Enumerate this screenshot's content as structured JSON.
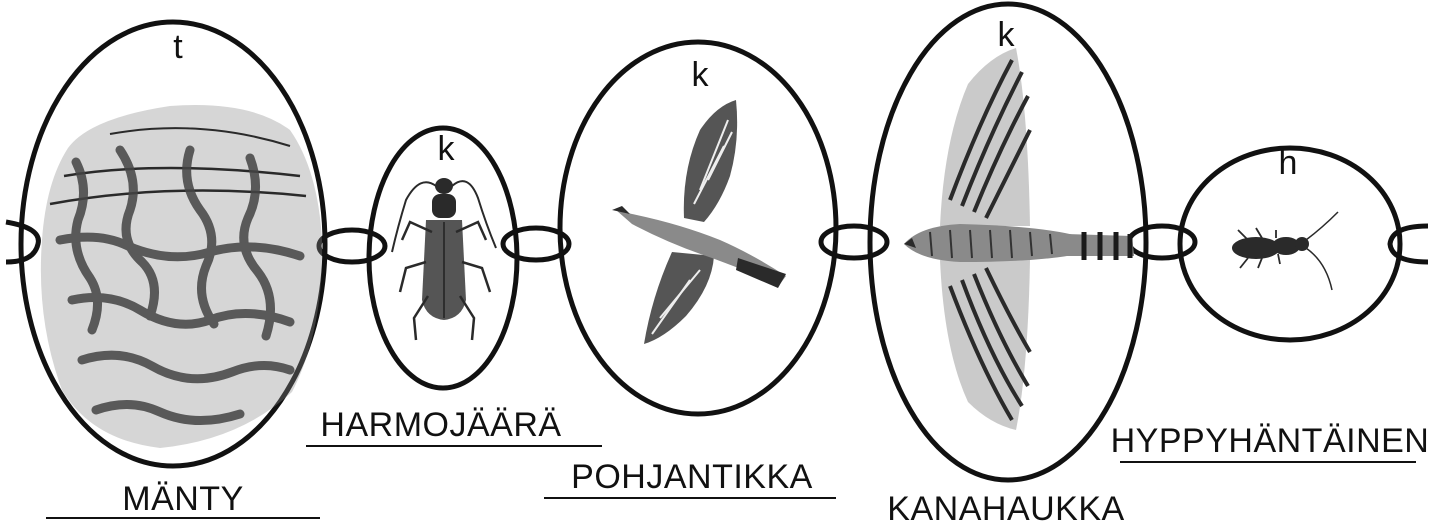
{
  "diagram": {
    "type": "food-chain",
    "organisms": [
      {
        "role": "t",
        "name": "MÄNTY",
        "picture": "pine-bark-beetle-galleries"
      },
      {
        "role": "k",
        "name": "HARMOJÄÄRÄ",
        "picture": "longhorn-beetle"
      },
      {
        "role": "k",
        "name": "POHJANTIKKA",
        "picture": "woodpecker"
      },
      {
        "role": "k",
        "name": "KANAHAUKKA",
        "picture": "goshawk"
      },
      {
        "role": "h",
        "name": "HYPPYHÄNTÄINEN",
        "picture": "springtail"
      }
    ],
    "colors": {
      "ink": "#111111",
      "background": "#ffffff"
    }
  }
}
